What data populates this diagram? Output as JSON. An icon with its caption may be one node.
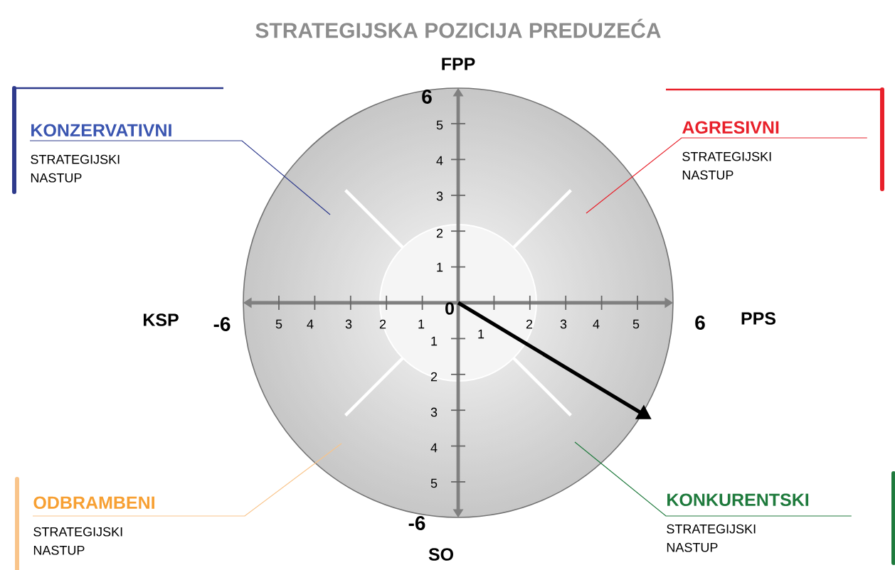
{
  "diagram": {
    "title": "STRATEGIJSKA POZICIJA PREDUZEĆA",
    "nodes": [
      {
        "text": [
          "KONZERVATIVNI",
          "STRATEGIJSKI NASTUP"
        ]
      },
      {
        "text": [
          "AGRESIVNI",
          "STRATEGIJSKI NASTUP"
        ]
      },
      {
        "text": [
          "ODBRAMBENI",
          "STRATEGIJSKI NASTUP"
        ]
      },
      {
        "text": [
          "KONKURENTSKI",
          "STRATEGIJSKI NASTUP"
        ]
      }
    ],
    "edges": [
      {
        "from": 0,
        "to": null,
        "arrow": "none",
        "color": "#2e3a8c"
      },
      {
        "from": 1,
        "to": null,
        "arrow": "none",
        "color": "#e8202a"
      },
      {
        "from": 2,
        "to": null,
        "arrow": "none",
        "color": "#f9c48a"
      },
      {
        "from": 3,
        "to": null,
        "arrow": "none",
        "color": "#1e7a3c"
      }
    ],
    "labels": [
      "FPP",
      "6",
      "5",
      "4",
      "3",
      "2",
      "1",
      "KSP",
      "-6",
      "5",
      "4",
      "3",
      "2",
      "1",
      "0",
      "1",
      "2",
      "3",
      "4",
      "5",
      "6",
      "PPS",
      "1",
      "2",
      "3",
      "4",
      "5",
      "-6",
      "SO"
    ]
  }
}
